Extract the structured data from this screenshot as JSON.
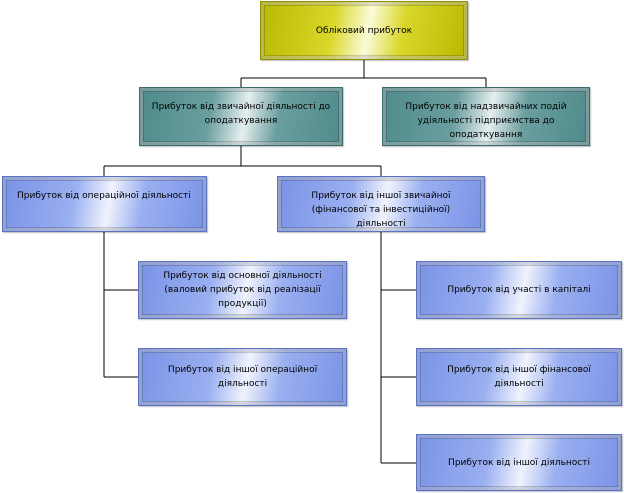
{
  "diagram": {
    "root": {
      "label": "Обліковий прибуток"
    },
    "ordinary": {
      "label": "Прибуток від звичайної діяльності до оподаткування"
    },
    "extraordinary": {
      "label": "Прибуток від надзвичайних подій удіяльності підприємства до оподаткування"
    },
    "operating": {
      "label": "Прибуток від операційної діяльності"
    },
    "other_ordinary": {
      "label": "Прибуток від іншої звичайної (фінансової та інвестиційної) діяльності"
    },
    "main_activity": {
      "label": "Прибуток від основної діяльності (валовий прибуток від реалізації продукції)"
    },
    "other_operating": {
      "label": "Прибуток від іншої операційної діяльності"
    },
    "capital_participation": {
      "label": "Прибуток від участі в капіталі"
    },
    "other_financial": {
      "label": "Прибуток від іншої фінансової діяльності"
    },
    "other_activity": {
      "label": "Прибуток від іншої діяльності"
    }
  }
}
